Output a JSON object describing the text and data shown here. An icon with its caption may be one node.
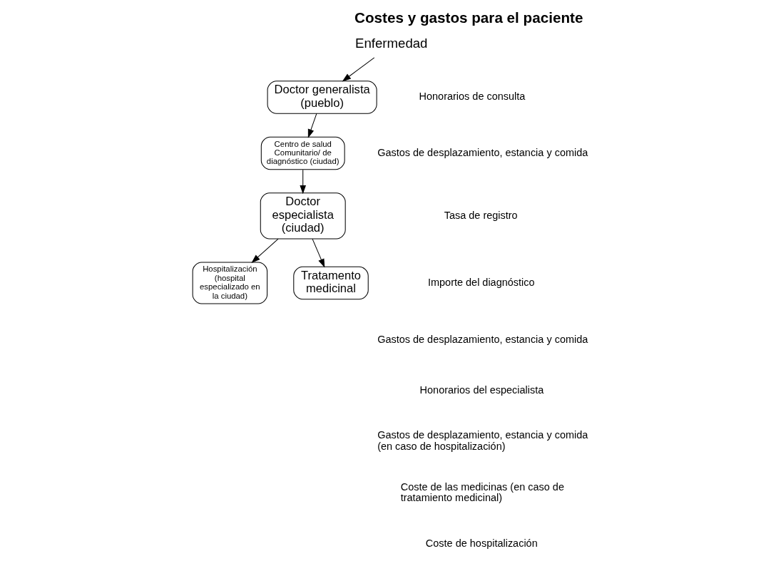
{
  "diagram": {
    "title": "Costes y gastos para el paciente",
    "nodes": [
      {
        "text": [
          "Enfermedad"
        ]
      },
      {
        "text": [
          "Doctor generalista (pueblo)"
        ]
      },
      {
        "text": [
          "Centro de salud Comunitario/ de diagnóstico (ciudad)"
        ]
      },
      {
        "text": [
          "Doctor especialista (ciudad)"
        ]
      },
      {
        "text": [
          "Hospitalización (hospital especializado en la ciudad)"
        ]
      },
      {
        "text": [
          "Tratamento medicinal"
        ]
      }
    ],
    "edges": [
      {
        "from": 0,
        "to": 1,
        "arrow": "to"
      },
      {
        "from": 1,
        "to": 2,
        "arrow": "to"
      },
      {
        "from": 2,
        "to": 3,
        "arrow": "to"
      },
      {
        "from": 3,
        "to": 4,
        "arrow": "to"
      },
      {
        "from": 3,
        "to": 5,
        "arrow": "to"
      }
    ],
    "labels": [
      "Honorarios de consulta",
      "Gastos de desplazamiento, estancia y comida",
      "Tasa de registro",
      "Importe del diagnóstico",
      "Gastos de desplazamiento, estancia y comida",
      "Honorarios del especialista",
      "Gastos de desplazamiento, estancia y comida (en caso de hospitalización)",
      "Coste de las medicinas (en caso de tratamiento medicinal)",
      "Coste de hospitalización"
    ]
  }
}
